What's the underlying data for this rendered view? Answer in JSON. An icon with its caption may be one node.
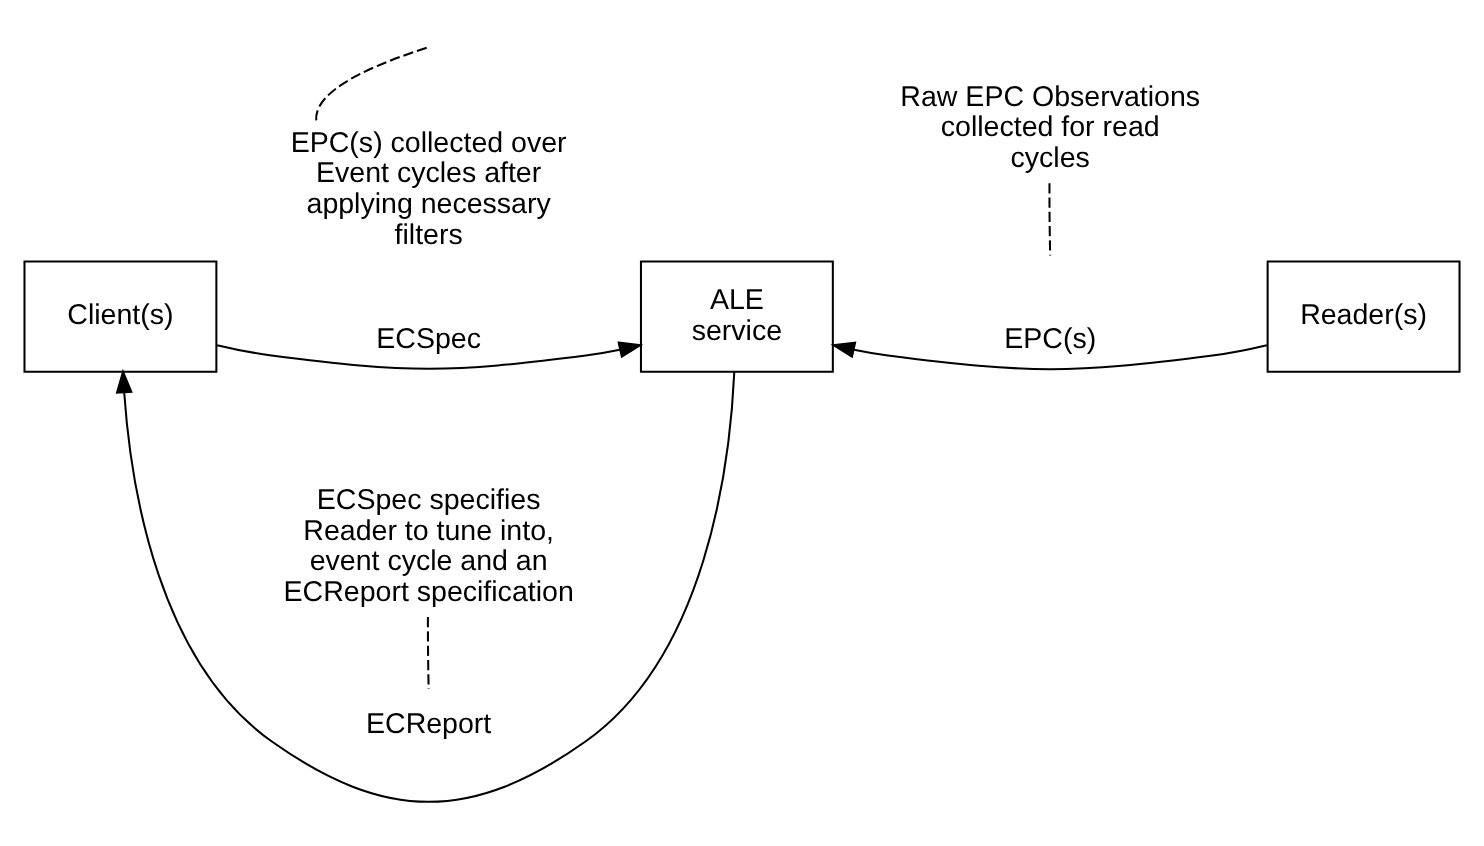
{
  "diagram": {
    "nodes": [
      {
        "text": [
          "ECSpec specifies Reader to tune into, event cycle and an ECReport specification"
        ]
      },
      {
        "text": [
          "Raw EPC Observations collected for read cycles"
        ]
      },
      {
        "text": [
          "Client(s)"
        ]
      },
      {
        "text": [
          "ALE service"
        ]
      },
      {
        "text": [
          "Reader(s)"
        ]
      },
      {
        "text": [
          "EPC(s) collected over Event cycles after applying necessary filters"
        ]
      }
    ],
    "edges": [
      {
        "from": 0,
        "to": null,
        "arrow": "none",
        "style": "dashed"
      },
      {
        "from": 1,
        "to": null,
        "arrow": "none",
        "style": "dashed"
      },
      {
        "from": 2,
        "to": 3,
        "arrow": "to",
        "label": "ECSpec"
      },
      {
        "from": 3,
        "to": 2,
        "arrow": "to",
        "label": "ECReport"
      },
      {
        "from": 4,
        "to": 3,
        "arrow": "to",
        "label": "EPC(s)"
      },
      {
        "from": 5,
        "to": null,
        "arrow": "none",
        "style": "dashed"
      }
    ]
  }
}
